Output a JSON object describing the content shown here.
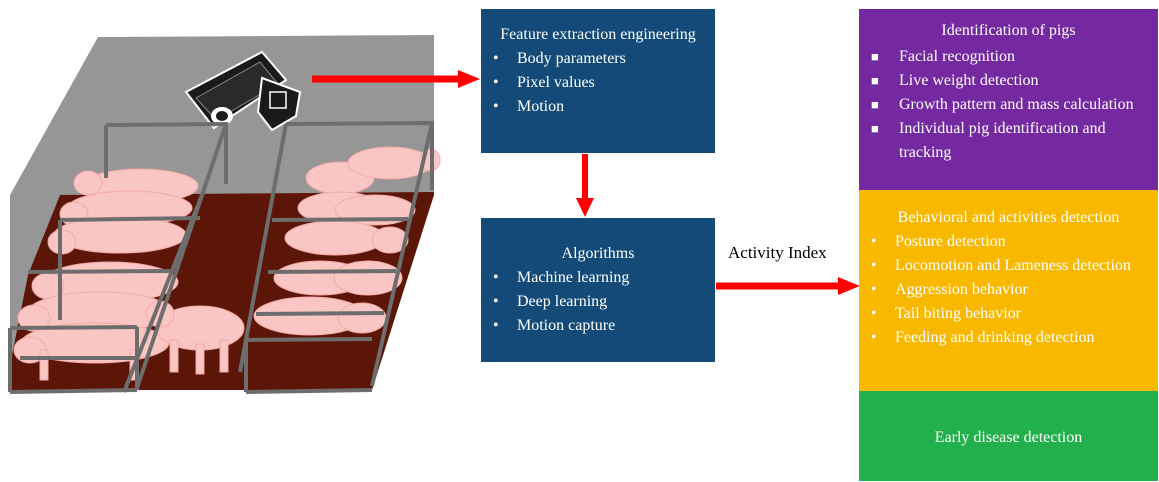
{
  "feature_box": {
    "title": "Feature extraction engineering",
    "bullet": "•",
    "items": [
      "Body parameters",
      "Pixel values",
      "Motion"
    ]
  },
  "algorithms_box": {
    "title": "Algorithms",
    "bullet": "•",
    "items": [
      "Machine learning",
      "Deep learning",
      "Motion capture"
    ]
  },
  "identification_box": {
    "title": "Identification of pigs",
    "bullet": "■",
    "items": [
      "Facial recognition",
      "Live weight detection",
      "Growth pattern and mass calculation",
      "Individual pig identification and tracking"
    ]
  },
  "behavior_box": {
    "title": "Behavioral and activities detection",
    "bullet": "•",
    "items": [
      "Posture detection",
      "Locomotion and Lameness detection",
      "Aggression behavior",
      "Tail biting behavior",
      "Feeding and drinking detection"
    ]
  },
  "early_box": {
    "title": "Early disease detection"
  },
  "arrow_label": "Activity Index",
  "colors": {
    "feature_box": "#144a78",
    "identification": "#7429a0",
    "behavior": "#f9b800",
    "early_disease": "#21b04b",
    "arrow": "#ff0000",
    "wall": "#969696",
    "floor": "#5c1608",
    "pig": "#f9c6c4",
    "fence": "#6d6d6d"
  }
}
